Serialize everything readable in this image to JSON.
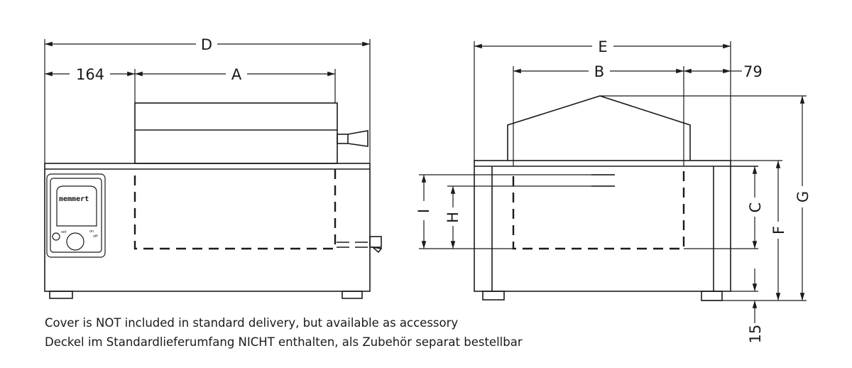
{
  "front_view": {
    "dimensions": {
      "overall_width": "D",
      "offset": "164",
      "cover_width": "A"
    },
    "logo": "memmert",
    "panel_labels": {
      "set": "set",
      "on": "on",
      "off": "off"
    }
  },
  "side_view": {
    "dimensions": {
      "overall_depth": "E",
      "cover_depth": "B",
      "rear_offset": "79",
      "bath_depth": "C",
      "body_height": "F",
      "overall_height": "G",
      "outlet_height_upper": "I",
      "outlet_height_lower": "H",
      "foot_height": "15"
    }
  },
  "notes": [
    "Cover is NOT included in standard delivery, but available as accessory",
    "Deckel im Standardlieferumfang NICHT enthalten, als Zubehör separat bestellbar"
  ]
}
